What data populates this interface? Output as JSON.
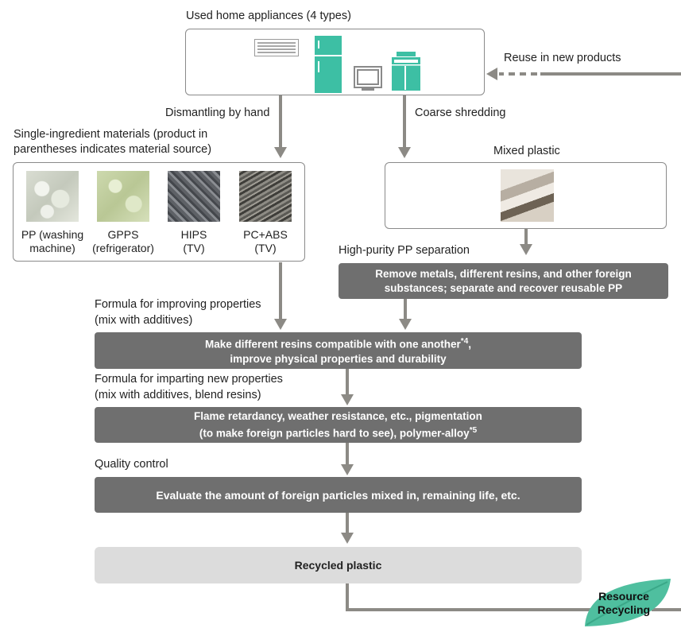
{
  "labels": {
    "appliances_title": "Used home appliances (4 types)",
    "reuse": "Reuse in new products",
    "dismantling": "Dismantling by hand",
    "coarse": "Coarse shredding",
    "single_line1": "Single-ingredient materials (product in",
    "single_line2": "parentheses indicates material source)",
    "mixed_plastic": "Mixed plastic",
    "high_purity": "High-purity PP separation",
    "formula_improve_1": "Formula for improving properties",
    "formula_improve_2": "(mix with additives)",
    "formula_impart_1": "Formula for imparting new properties",
    "formula_impart_2": "(mix with additives, blend resins)",
    "quality_control": "Quality control"
  },
  "materials": [
    {
      "line1": "PP (washing",
      "line2": "machine)"
    },
    {
      "line1": "GPPS",
      "line2": "(refrigerator)"
    },
    {
      "line1": "HIPS",
      "line2": "(TV)"
    },
    {
      "line1": "PC+ABS",
      "line2": "(TV)"
    }
  ],
  "steps": {
    "remove_1": "Remove metals, different resins, and other foreign",
    "remove_2": "substances; separate and recover reusable PP",
    "compatible_1": "Make different resins compatible with one another",
    "compatible_sup": "*4",
    "compatible_tail": ",",
    "compatible_2": "improve physical properties and durability",
    "flame_1": "Flame retardancy, weather resistance, etc., pigmentation",
    "flame_2": "(to make foreign particles hard to see), polymer-alloy",
    "flame_sup": "*5",
    "evaluate": "Evaluate the amount of foreign particles mixed in, remaining life, etc.",
    "recycled": "Recycled plastic"
  },
  "leaf": {
    "line1": "Resource",
    "line2": "Recycling"
  },
  "colors": {
    "teal": "#3dbfa4",
    "bar": "#6f6f6f",
    "arrow": "#8c8a85",
    "final": "#dcdcdc",
    "leaf": "#4fbf9f"
  },
  "icons": [
    "air-conditioner-icon",
    "refrigerator-icon",
    "tv-icon",
    "washing-machine-icon"
  ]
}
